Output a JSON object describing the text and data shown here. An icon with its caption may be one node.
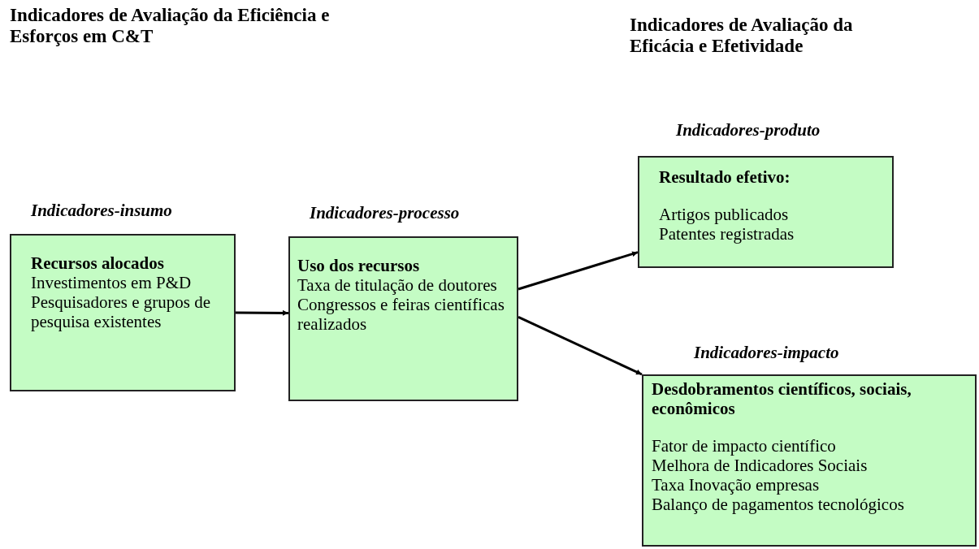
{
  "diagram": {
    "nodes": [
      {
        "text": [
          "Indicadores-insumo",
          "Recursos alocados",
          "Investimentos em P&D",
          "Pesquisadores e grupos de pesquisa existentes"
        ]
      },
      {
        "text": [
          "Indicadores-processo",
          "Uso dos recursos",
          "Taxa de titulação de doutores",
          "Congressos e feiras científicas realizados"
        ]
      },
      {
        "text": [
          "Indicadores-produto",
          "Resultado efetivo:",
          "Artigos publicados",
          "Patentes registradas"
        ]
      },
      {
        "text": [
          "Indicadores-impacto",
          "Desdobramentos científicos, sociais, econômicos",
          "Fator de impacto científico",
          "Melhora de Indicadores Sociais",
          "Taxa Inovação empresas",
          "Balanço de pagamentos tecnológicos"
        ]
      }
    ],
    "edges": [
      {
        "from": 0,
        "to": 1,
        "arrow": "to"
      },
      {
        "from": 1,
        "to": 2,
        "arrow": "to"
      },
      {
        "from": 1,
        "to": 3,
        "arrow": "to"
      }
    ],
    "labels": [
      "Indicadores de Avaliação da Eficiência e Esforços em C&T",
      "Indicadores de Avaliação da Eficácia e Efetividade"
    ]
  }
}
